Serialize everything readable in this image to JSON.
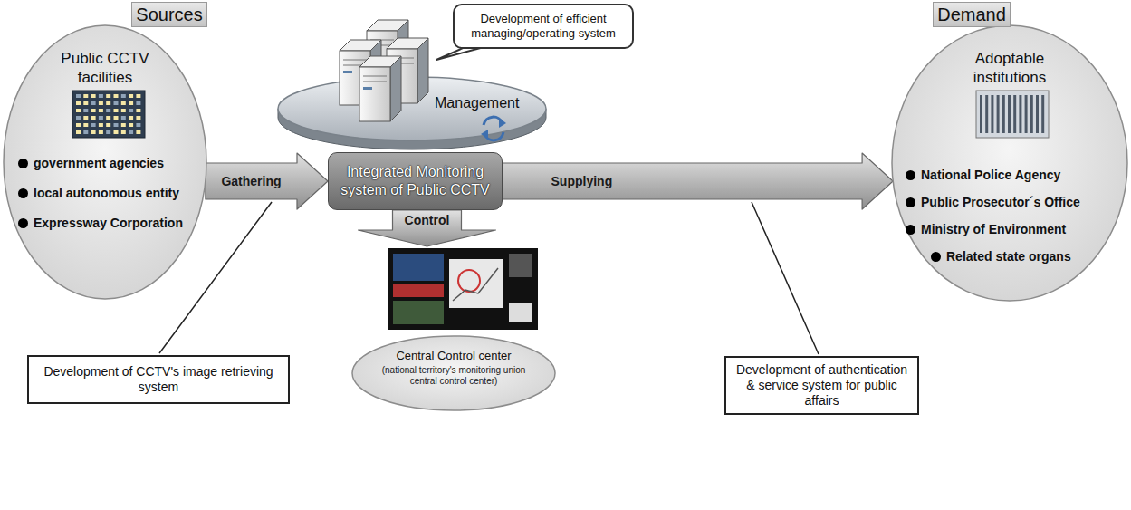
{
  "diagram": {
    "nodes": [
      {
        "text": [
          "Sources",
          "Public CCTV facilities",
          "government agencies",
          "local autonomous entity",
          "Expressway Corporation"
        ]
      },
      {
        "text": [
          "Management"
        ]
      },
      {
        "text": [
          "Development of efficient managing/operating system"
        ]
      },
      {
        "text": [
          "Integrated Monitoring system of Public CCTV"
        ]
      },
      {
        "text": [
          "Demand",
          "Adoptable institutions",
          "National Police Agency",
          "Public Prosecutor´s Office",
          "Ministry of Environment",
          "Related state organs"
        ]
      },
      {
        "text": [
          "Central Control center",
          "(national territory's monitoring union central control center)"
        ]
      },
      {
        "text": [
          "Development of CCTV's image retrieving system"
        ]
      },
      {
        "text": [
          "Development of authentication & service system for public affairs"
        ]
      }
    ],
    "edges": [
      {
        "from": 0,
        "to": 3,
        "arrow": "to",
        "label": "Gathering"
      },
      {
        "from": 3,
        "to": 4,
        "arrow": "to",
        "label": "Supplying"
      },
      {
        "from": 3,
        "to": 5,
        "arrow": "to",
        "label": "Control"
      }
    ]
  }
}
